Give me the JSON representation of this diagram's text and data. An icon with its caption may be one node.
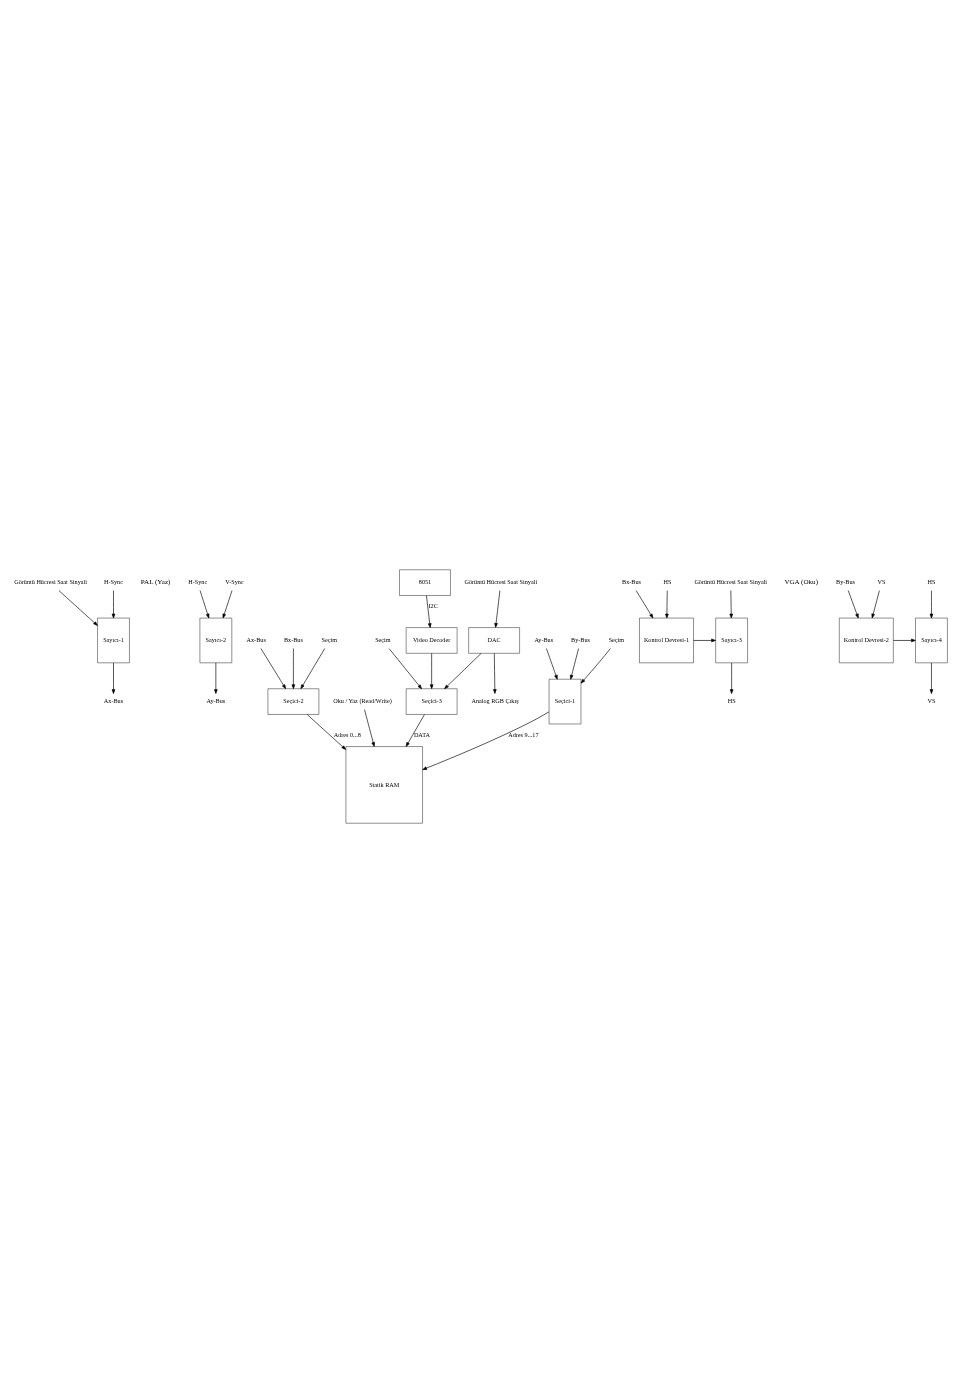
{
  "diagram": {
    "nodes": [
      {
        "text": [
          "Sayıcı-1"
        ]
      },
      {
        "text": [
          "Görüntü Hücresi Saat Sinyali"
        ]
      },
      {
        "text": [
          "H-Sync"
        ]
      },
      {
        "text": [
          "Ax-Bus"
        ]
      },
      {
        "text": [
          "Sayıcı-2"
        ]
      },
      {
        "text": [
          "H-Sync"
        ]
      },
      {
        "text": [
          "V-Sync"
        ]
      },
      {
        "text": [
          "Ay-Bus"
        ]
      },
      {
        "text": [
          "Seçici-1"
        ]
      },
      {
        "text": [
          "Ay-Bus"
        ]
      },
      {
        "text": [
          "By-Bus"
        ]
      },
      {
        "text": [
          "Seçim"
        ]
      },
      {
        "text": [
          "Seçici-2"
        ]
      },
      {
        "text": [
          "Ax-Bus"
        ]
      },
      {
        "text": [
          "Bx-Bus"
        ]
      },
      {
        "text": [
          "Seçim"
        ]
      },
      {
        "text": [
          "Statik RAM"
        ]
      },
      {
        "text": [
          "Oku / Yaz (Read/Write)"
        ]
      },
      {
        "text": [
          "Seçici-3"
        ]
      },
      {
        "text": [
          "Seçim"
        ]
      },
      {
        "text": [
          "Video Decoder"
        ]
      },
      {
        "text": [
          "DAC"
        ]
      },
      {
        "text": [
          "8051"
        ]
      },
      {
        "text": [
          "Analog RGB Çıkış"
        ]
      },
      {
        "text": [
          "Görüntü Hücresi Saat Sinyali"
        ]
      },
      {
        "text": [
          "Sayıcı-3"
        ]
      },
      {
        "text": [
          "Kontrol Devresi-1"
        ]
      },
      {
        "text": [
          "Görüntü Hücresi Saat Sinyali"
        ]
      },
      {
        "text": [
          "Bx-Bus"
        ]
      },
      {
        "text": [
          "HS"
        ]
      },
      {
        "text": [
          "HS"
        ]
      },
      {
        "text": [
          "Sayıcı-4"
        ]
      },
      {
        "text": [
          "Kontrol Devresi-2"
        ]
      },
      {
        "text": [
          "HS"
        ]
      },
      {
        "text": [
          "By-Bus"
        ]
      },
      {
        "text": [
          "VS"
        ]
      },
      {
        "text": [
          "VS"
        ]
      }
    ],
    "edges": [
      {
        "from": 1,
        "to": 0,
        "arrow": "to"
      },
      {
        "from": 2,
        "to": 0,
        "arrow": "to"
      },
      {
        "from": 0,
        "to": 3,
        "arrow": "to"
      },
      {
        "from": 5,
        "to": 4,
        "arrow": "to"
      },
      {
        "from": 6,
        "to": 4,
        "arrow": "to"
      },
      {
        "from": 4,
        "to": 7,
        "arrow": "to"
      },
      {
        "from": 9,
        "to": 8,
        "arrow": "to"
      },
      {
        "from": 10,
        "to": 8,
        "arrow": "to"
      },
      {
        "from": 11,
        "to": 8,
        "arrow": "to"
      },
      {
        "from": 8,
        "to": 16,
        "arrow": "to",
        "label": "Adres 9...17"
      },
      {
        "from": 13,
        "to": 12,
        "arrow": "to"
      },
      {
        "from": 14,
        "to": 12,
        "arrow": "to"
      },
      {
        "from": 15,
        "to": 12,
        "arrow": "to"
      },
      {
        "from": 12,
        "to": 16,
        "arrow": "to",
        "label": "Adres 0...8"
      },
      {
        "from": 17,
        "to": 16,
        "arrow": "to"
      },
      {
        "from": 18,
        "to": 16,
        "arrow": "to",
        "label": "DATA"
      },
      {
        "from": 19,
        "to": 18,
        "arrow": "to"
      },
      {
        "from": 20,
        "to": 18,
        "arrow": "to"
      },
      {
        "from": 21,
        "to": 18,
        "arrow": "to"
      },
      {
        "from": 22,
        "to": 20,
        "arrow": "to",
        "label": "I2C"
      },
      {
        "from": 21,
        "to": 23,
        "arrow": "to"
      },
      {
        "from": 24,
        "to": 21,
        "arrow": "to"
      },
      {
        "from": 27,
        "to": 25,
        "arrow": "to"
      },
      {
        "from": 26,
        "to": 25,
        "arrow": "to"
      },
      {
        "from": 28,
        "to": 26,
        "arrow": "to"
      },
      {
        "from": 25,
        "to": 29,
        "arrow": "to"
      },
      {
        "from": 30,
        "to": 26,
        "arrow": "to"
      },
      {
        "from": 32,
        "to": 31,
        "arrow": "to"
      },
      {
        "from": 33,
        "to": 31,
        "arrow": "to"
      },
      {
        "from": 34,
        "to": 32,
        "arrow": "to"
      },
      {
        "from": 31,
        "to": 35,
        "arrow": "to"
      },
      {
        "from": 36,
        "to": 32,
        "arrow": "to"
      }
    ],
    "labels": [
      "PAL (Yaz)",
      "VGA (Oku)"
    ]
  }
}
